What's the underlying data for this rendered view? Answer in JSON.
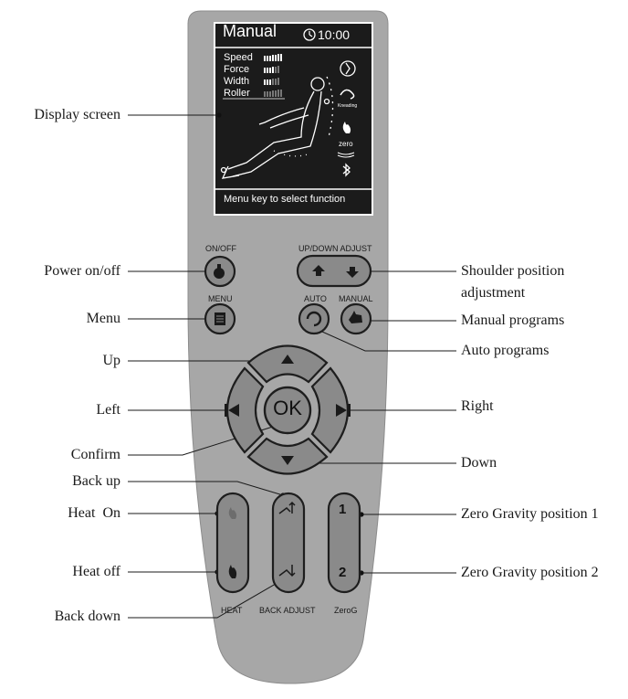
{
  "screen": {
    "title": "Manual",
    "time": "10:00",
    "params": [
      "Speed",
      "Force",
      "Width",
      "Roller"
    ],
    "kneading_label": "Kneading",
    "zero_label": "zero",
    "footer": "Menu key to select function"
  },
  "button_labels": {
    "on_off": "ON/OFF",
    "up_down_adjust": "UP/DOWN ADJUST",
    "menu": "MENU",
    "auto": "AUTO",
    "manual": "MANUAL",
    "ok": "OK",
    "heat": "HEAT",
    "back_adjust": "BACK ADJUST",
    "zerog": "ZeroG",
    "zerog_1": "1",
    "zerog_2": "2"
  },
  "callouts_left": {
    "display_screen": "Display screen",
    "power": "Power on/off",
    "menu": "Menu",
    "up": "Up",
    "left": "Left",
    "confirm": "Confirm",
    "back_up": "Back up",
    "heat_on": "Heat  On",
    "heat_off": "Heat off",
    "back_down": "Back down"
  },
  "callouts_right": {
    "shoulder_line1": "Shoulder position",
    "shoulder_line2": "adjustment",
    "manual_programs": "Manual programs",
    "auto_programs": "Auto programs",
    "right": "Right",
    "down": "Down",
    "zero_gravity_1": "Zero Gravity position 1",
    "zero_gravity_2": "Zero Gravity position 2"
  },
  "colors": {
    "remote_body": "#a7a7a7",
    "button_face": "#8a8a8a",
    "button_border": "#1e1e1e",
    "screen_bg": "#1b1b1b"
  }
}
